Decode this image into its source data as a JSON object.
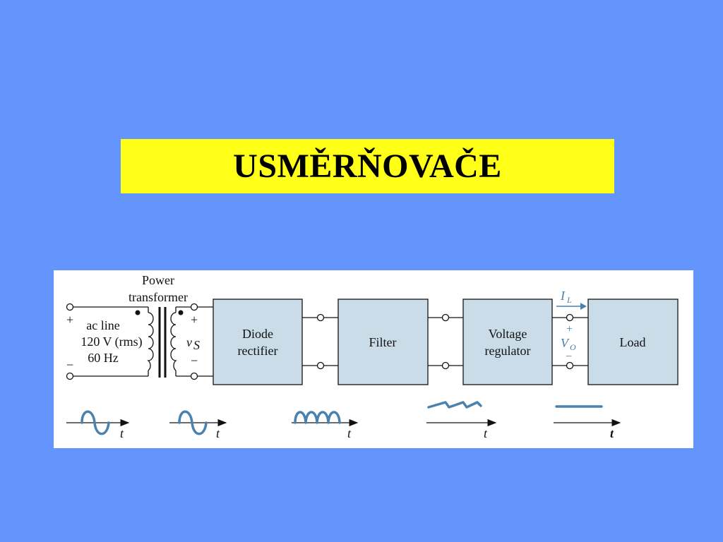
{
  "slide": {
    "title": "USMĚRŇOVAČE",
    "background_color": "#6495fd",
    "title_box_color": "#ffff17"
  },
  "diagram": {
    "transformer_label_line1": "Power",
    "transformer_label_line2": "transformer",
    "input": {
      "plus": "+",
      "minus": "−",
      "line1": "ac line",
      "line2": "120 V (rms)",
      "line3": "60 Hz"
    },
    "secondary": {
      "plus": "+",
      "minus": "−",
      "voltage_symbol": "v",
      "voltage_subscript": "S"
    },
    "blocks": {
      "rectifier_line1": "Diode",
      "rectifier_line2": "rectifier",
      "filter": "Filter",
      "regulator_line1": "Voltage",
      "regulator_line2": "regulator",
      "load": "Load"
    },
    "output": {
      "current_symbol": "I",
      "current_subscript": "L",
      "plus": "+",
      "minus": "−",
      "voltage_symbol": "V",
      "voltage_subscript": "O"
    },
    "waveforms": {
      "time_label": "t",
      "shapes": [
        "sine",
        "sine",
        "full-wave-rectified",
        "ripple",
        "dc"
      ]
    },
    "block_fill_color": "#c9dce8",
    "waveform_color": "#4a82ad"
  }
}
